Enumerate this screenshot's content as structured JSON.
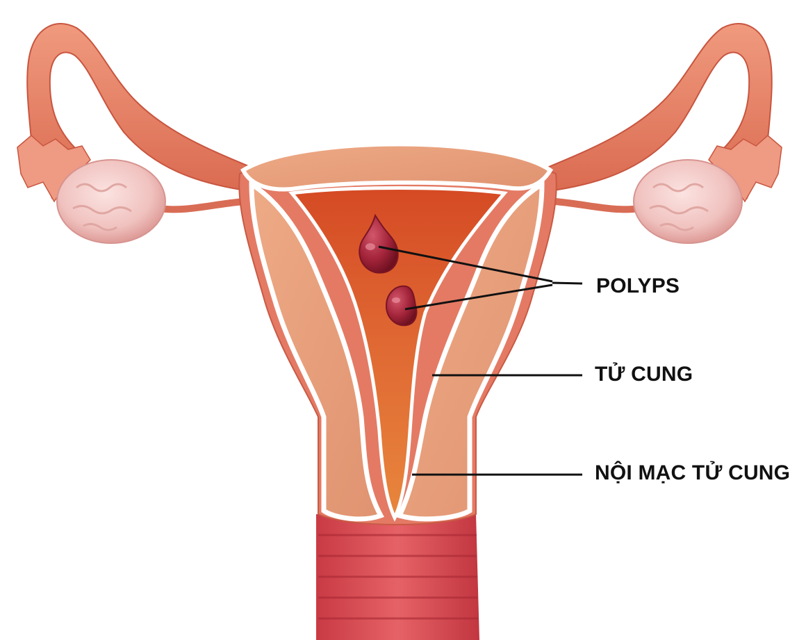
{
  "labels": {
    "polyps": "POLYPS",
    "uterus": "TỬ CUNG",
    "endometrium": "NỘI MẠC TỬ CUNG"
  },
  "colors": {
    "background": "#ffffff",
    "tube": "#e8846a",
    "uterus_outer": "#e47a64",
    "myometrium": "#e7a07c",
    "cavity": "#d9542c",
    "polyp": "#9c1f2f",
    "ovary": "#f3c9c6",
    "cervix": "#d94a4c",
    "leader_line": "#111111",
    "label_text": "#111111"
  }
}
